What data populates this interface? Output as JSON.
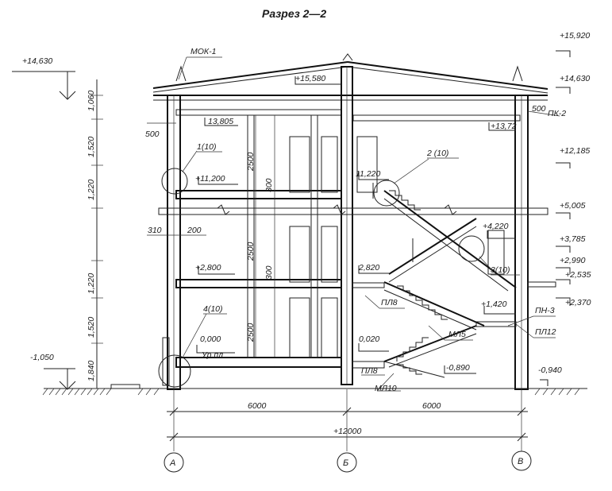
{
  "title": "Разрез 2—2",
  "left_levels": [
    {
      "text": "+14,630",
      "key": "lv-14630"
    },
    {
      "text": "-1,050",
      "key": "lv-m1050"
    }
  ],
  "right_levels": [
    {
      "text": "+15,920",
      "key": "rl-15920"
    },
    {
      "text": "+14,630",
      "key": "rl-14630"
    },
    {
      "text": "+12,185",
      "key": "rl-12185"
    },
    {
      "text": "+5,005",
      "key": "rl-5005"
    },
    {
      "text": "+3,785",
      "key": "rl-3785"
    },
    {
      "text": "+2,990",
      "key": "rl-2990"
    },
    {
      "text": "+2,535",
      "key": "rl-2535"
    },
    {
      "text": "+2,370",
      "key": "rl-2370"
    },
    {
      "text": "-0,940",
      "key": "rl-m0940"
    }
  ],
  "inner_levels": [
    {
      "text": "+15,580",
      "key": "il-15580"
    },
    {
      "text": "13,805",
      "key": "il-13805"
    },
    {
      "text": "+13,72",
      "key": "il-1372"
    },
    {
      "text": "+11,200",
      "key": "il-11200"
    },
    {
      "text": "11,220",
      "key": "il-11220"
    },
    {
      "text": "+4,220",
      "key": "il-4220"
    },
    {
      "text": "+2,800",
      "key": "il-2800"
    },
    {
      "text": "2,820",
      "key": "il-2820"
    },
    {
      "text": "+1,420",
      "key": "il-1420"
    },
    {
      "text": "0,000",
      "key": "il-0000"
    },
    {
      "text": "Ур.пл",
      "key": "il-urpl"
    },
    {
      "text": "0,020",
      "key": "il-0020"
    },
    {
      "text": "-0,890",
      "key": "il-m0890"
    }
  ],
  "vertical_dims": [
    "1,060",
    "1,520",
    "1,220",
    "1,220",
    "1,520",
    "1,840"
  ],
  "storey_dims": [
    "2500",
    "2500",
    "2500",
    "300",
    "300"
  ],
  "small_dims": [
    "500",
    "500",
    "310",
    "200"
  ],
  "element_labels": [
    "МОК-1",
    "ПК-2",
    "ПЛ8",
    "ПЛ8",
    "МЛ5",
    "МЛ10",
    "ПН-3",
    "ПЛ12"
  ],
  "detail_callouts": [
    "1(10)",
    "2 (10)",
    "3(10)",
    "4(10)"
  ],
  "span_dims": [
    "6000",
    "6000",
    "+12000"
  ],
  "axes": [
    "А",
    "Б",
    "В"
  ]
}
